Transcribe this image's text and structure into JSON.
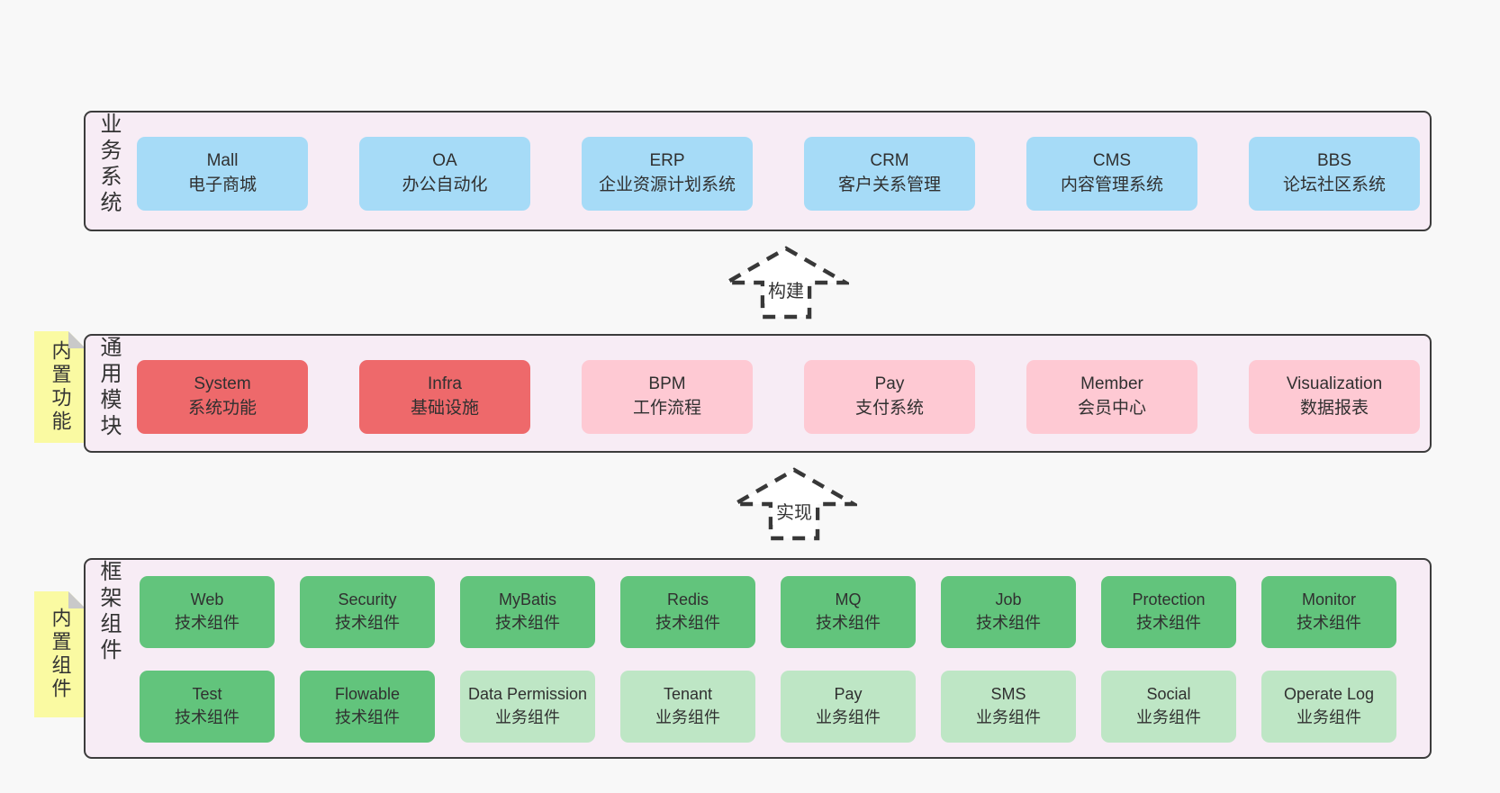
{
  "colors": {
    "bg": "#f8f8f8",
    "panel": "#f7ecf5",
    "panel-border": "#3c3c3c",
    "text": "#333333",
    "blue": "#a6dbf7",
    "red": "#ee696b",
    "pink": "#fec9d3",
    "green": "#62c47c",
    "lightgreen": "#bee6c5",
    "yellow": "#fafaa2",
    "fold": "#c9c9c9",
    "arrow": "#383838",
    "arrow-fill": "#ffffff"
  },
  "layers": {
    "business": {
      "label": "业务系统",
      "boxes": [
        {
          "en": "Mall",
          "zh": "电子商城"
        },
        {
          "en": "OA",
          "zh": "办公自动化"
        },
        {
          "en": "ERP",
          "zh": "企业资源计划系统"
        },
        {
          "en": "CRM",
          "zh": "客户关系管理"
        },
        {
          "en": "CMS",
          "zh": "内容管理系统"
        },
        {
          "en": "BBS",
          "zh": "论坛社区系统"
        }
      ]
    },
    "modules": {
      "label": "通用模块",
      "note": "内置功能",
      "boxes": [
        {
          "en": "System",
          "zh": "系统功能"
        },
        {
          "en": "Infra",
          "zh": "基础设施"
        },
        {
          "en": "BPM",
          "zh": "工作流程"
        },
        {
          "en": "Pay",
          "zh": "支付系统"
        },
        {
          "en": "Member",
          "zh": "会员中心"
        },
        {
          "en": "Visualization",
          "zh": "数据报表"
        }
      ]
    },
    "components": {
      "label": "框架组件",
      "note": "内置组件",
      "row1": [
        {
          "en": "Web",
          "zh": "技术组件"
        },
        {
          "en": "Security",
          "zh": "技术组件"
        },
        {
          "en": "MyBatis",
          "zh": "技术组件"
        },
        {
          "en": "Redis",
          "zh": "技术组件"
        },
        {
          "en": "MQ",
          "zh": "技术组件"
        },
        {
          "en": "Job",
          "zh": "技术组件"
        },
        {
          "en": "Protection",
          "zh": "技术组件"
        },
        {
          "en": "Monitor",
          "zh": "技术组件"
        }
      ],
      "row2": [
        {
          "en": "Test",
          "zh": "技术组件"
        },
        {
          "en": "Flowable",
          "zh": "技术组件"
        },
        {
          "en": "Data Permission",
          "zh": "业务组件"
        },
        {
          "en": "Tenant",
          "zh": "业务组件"
        },
        {
          "en": "Pay",
          "zh": "业务组件"
        },
        {
          "en": "SMS",
          "zh": "业务组件"
        },
        {
          "en": "Social",
          "zh": "业务组件"
        },
        {
          "en": "Operate Log",
          "zh": "业务组件"
        }
      ]
    }
  },
  "arrows": {
    "build": {
      "label": "构建"
    },
    "implement": {
      "label": "实现"
    }
  }
}
